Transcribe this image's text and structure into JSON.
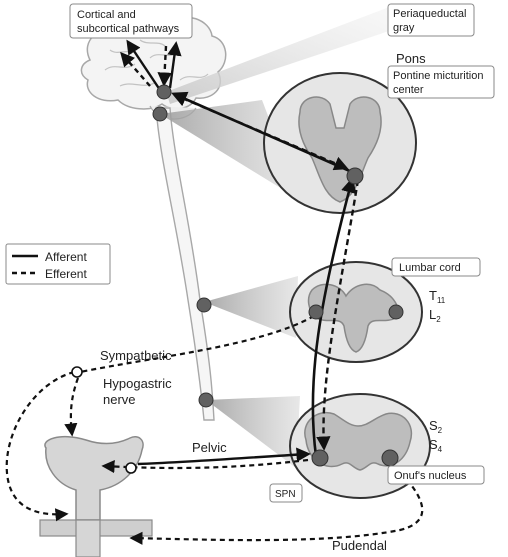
{
  "labels": {
    "cortical_line1": "Cortical  and",
    "cortical_line2": "subcortical pathways",
    "pag_line1": "Periaqueductal",
    "pag_line2": "gray",
    "pons": "Pons",
    "pmc_line1": "Pontine micturition",
    "pmc_line2": "center",
    "lumbar_cord": "Lumbar cord",
    "t11_letter": "T",
    "t11_sub": "11",
    "l2_letter": "L",
    "l2_sub": "2",
    "s2_letter": "S",
    "s2_sub": "2",
    "s4_letter": "S",
    "s4_sub": "4",
    "sympathetic": "Sympathetic",
    "hypogastric_line1": "Hypogastric",
    "hypogastric_line2": "nerve",
    "pelvic": "Pelvic",
    "spn": "SPN",
    "onufs": "Onuf's nucleus",
    "pudendal": "Pudendal"
  },
  "legend": {
    "afferent": "Afferent",
    "efferent": "Efferent"
  },
  "colors": {
    "node_fill": "#616161",
    "section_fill": "#e6e6e6",
    "gray_matter": "#bdbdbd",
    "projection": "#c4c4c4",
    "line": "#111111",
    "body_outline": "#a8a8a8"
  }
}
